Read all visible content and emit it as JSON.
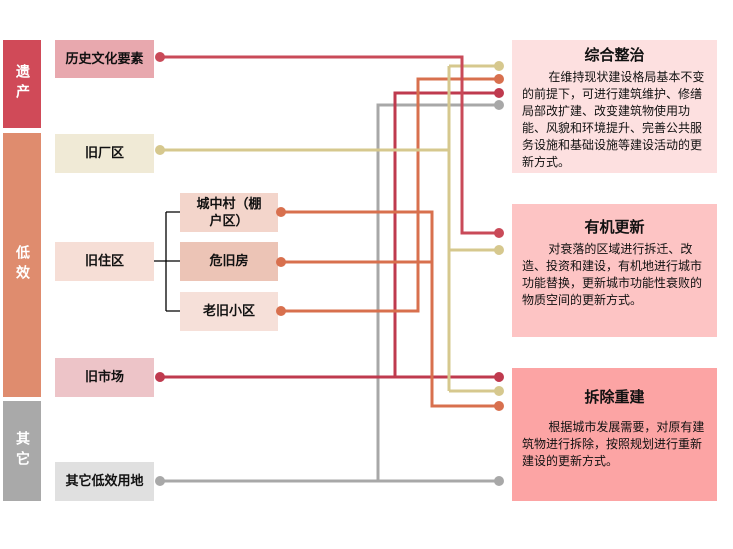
{
  "categories": [
    {
      "label": "遗产",
      "color": "#d04a58"
    },
    {
      "label": "低效",
      "color": "#df8c6e"
    },
    {
      "label": "其它",
      "color": "#a9a9a9"
    }
  ],
  "sources": {
    "heritage": "历史文化要素",
    "factory": "旧厂区",
    "residential": "旧住区",
    "market": "旧市场",
    "other": "其它低效用地"
  },
  "subsources": {
    "village": "城中村（棚户区）",
    "dangerous": "危旧房",
    "old_community": "老旧小区"
  },
  "results": [
    {
      "title": "综合整治",
      "desc": "在维持现状建设格局基本不变的前提下，可进行建筑维护、修缮局部改扩建、改变建筑物使用功能、风貌和环境提升、完善公共服务设施和基础设施等建设活动的更新方式。"
    },
    {
      "title": "有机更新",
      "desc": "对衰落的区域进行拆迁、改造、投资和建设，有机地进行城市功能替换，更新城市功能性衰败的物质空间的更新方式。"
    },
    {
      "title": "拆除重建",
      "desc": "根据城市发展需要，对原有建筑物进行拆除，按照规划进行重新建设的更新方式。"
    }
  ],
  "colors": {
    "heritage": "#c94a58",
    "factory": "#d6c88e",
    "residential": "#d8704e",
    "market": "#bf3a4e",
    "other": "#a8a8a8"
  }
}
